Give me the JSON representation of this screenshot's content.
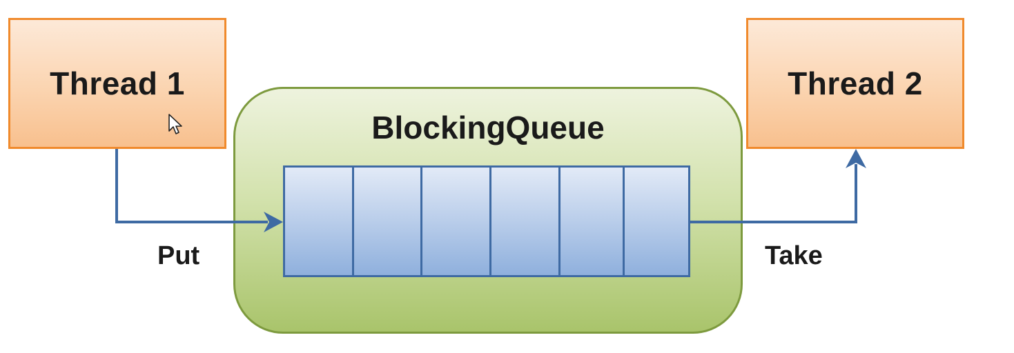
{
  "diagram": {
    "producer": {
      "label": "Thread 1"
    },
    "consumer": {
      "label": "Thread 2"
    },
    "queue": {
      "label": "BlockingQueue",
      "slot_count": 6
    },
    "edges": {
      "put": {
        "label": "Put"
      },
      "take": {
        "label": "Take"
      }
    }
  },
  "colors": {
    "thread_border": "#f08a2c",
    "thread_fill": "#fbd4b0",
    "queue_border": "#7d9a3e",
    "queue_fill": "#d3e2ad",
    "slot_border": "#3e6aa3",
    "slot_fill": "#b9cdea",
    "arrow": "#3e6aa3"
  }
}
